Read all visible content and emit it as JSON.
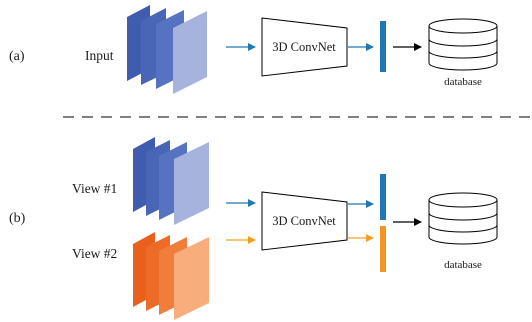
{
  "panels": {
    "a": {
      "label": "(a)",
      "input_label": "Input",
      "network_label": "3D ConvNet",
      "database_label": "database"
    },
    "b": {
      "label": "(b)",
      "view1_label": "View #1",
      "view2_label": "View #2",
      "network_label": "3D ConvNet",
      "database_label": "database"
    }
  },
  "colors": {
    "blue_dark": "#3f5db0",
    "blue_mid": "#5673c2",
    "blue_light": "#a6b3dd",
    "orange_dark": "#e8601c",
    "orange_mid": "#f07d3a",
    "orange_light": "#f8ad7d",
    "blue_arrow": "#1f77b4",
    "orange_arrow": "#f5a021",
    "feature_blue": "#1f77b4",
    "feature_orange": "#f39621",
    "line": "#000000"
  }
}
